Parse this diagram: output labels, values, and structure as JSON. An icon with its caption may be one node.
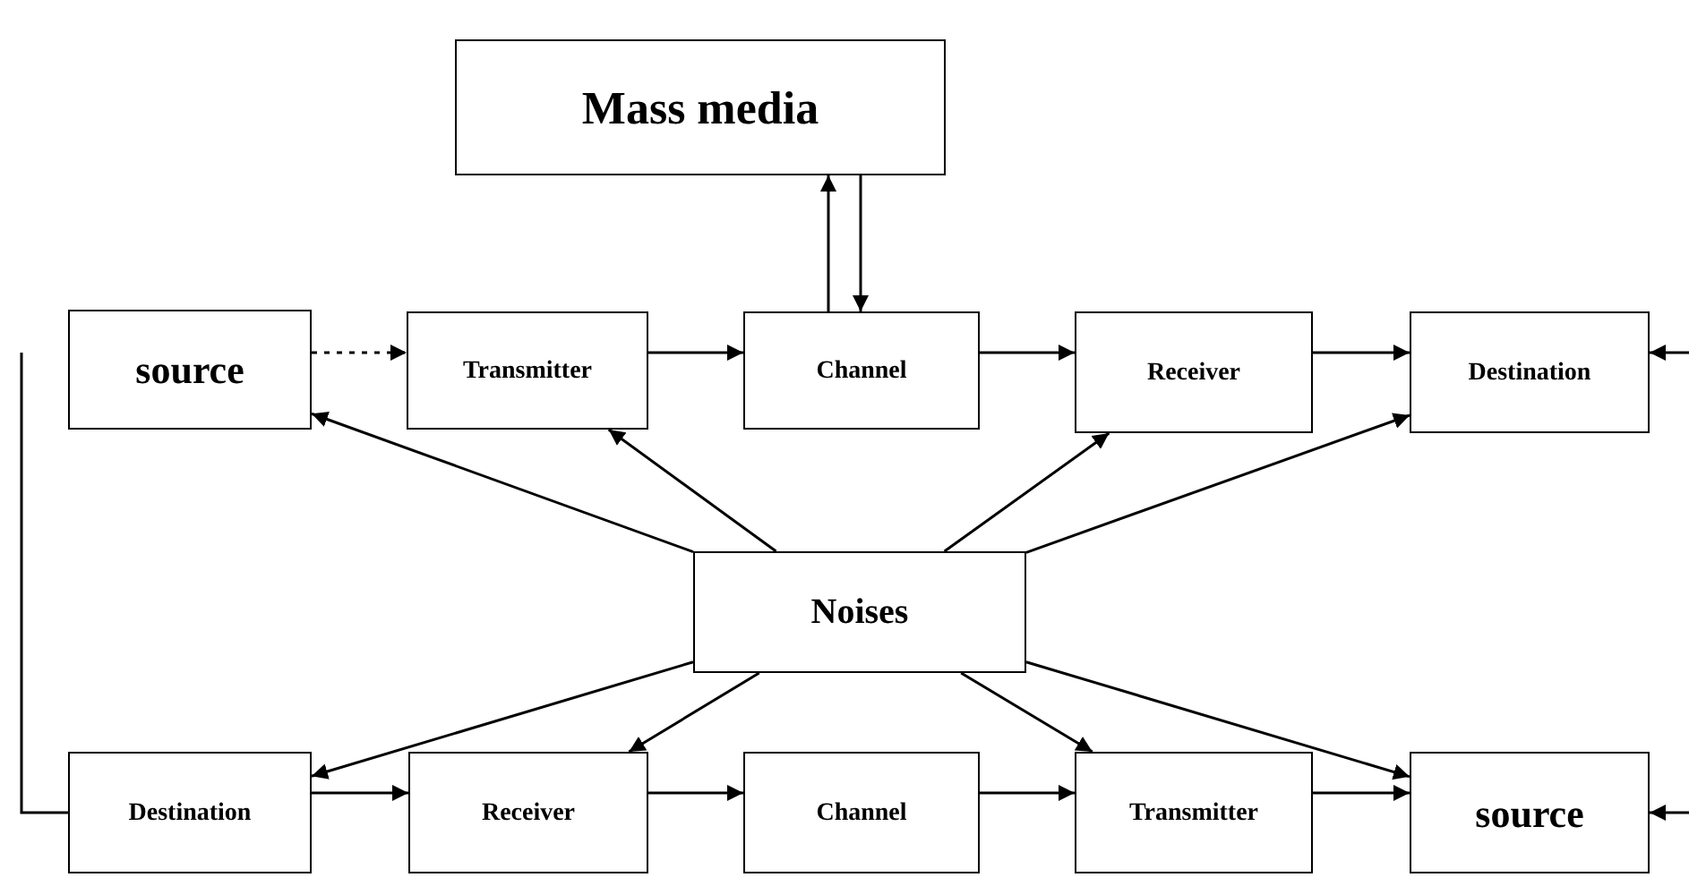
{
  "diagram": {
    "nodes": [
      {
        "text": [
          "Mass media"
        ]
      },
      {
        "text": [
          "source"
        ]
      },
      {
        "text": [
          "Transmitter"
        ]
      },
      {
        "text": [
          "Channel"
        ]
      },
      {
        "text": [
          "Receiver"
        ]
      },
      {
        "text": [
          "Destination"
        ]
      },
      {
        "text": [
          "Noises"
        ]
      },
      {
        "text": [
          "Destination"
        ]
      },
      {
        "text": [
          "Receiver"
        ]
      },
      {
        "text": [
          "Channel"
        ]
      },
      {
        "text": [
          "Transmitter"
        ]
      },
      {
        "text": [
          "source"
        ]
      }
    ],
    "edges": [
      {
        "from": 1,
        "to": 2,
        "arrow": "to",
        "style": "dashed"
      },
      {
        "from": 2,
        "to": 3,
        "arrow": "to"
      },
      {
        "from": 3,
        "to": 4,
        "arrow": "to"
      },
      {
        "from": 4,
        "to": 5,
        "arrow": "to"
      },
      {
        "from": 3,
        "to": 0,
        "arrow": "to"
      },
      {
        "from": 0,
        "to": 3,
        "arrow": "to"
      },
      {
        "from": null,
        "to": 5,
        "arrow": "to"
      },
      {
        "from": 6,
        "to": 1,
        "arrow": "to"
      },
      {
        "from": 6,
        "to": 2,
        "arrow": "to"
      },
      {
        "from": 6,
        "to": 4,
        "arrow": "to"
      },
      {
        "from": 6,
        "to": 5,
        "arrow": "to"
      },
      {
        "from": 6,
        "to": 7,
        "arrow": "to"
      },
      {
        "from": 6,
        "to": 8,
        "arrow": "to"
      },
      {
        "from": 6,
        "to": 10,
        "arrow": "to"
      },
      {
        "from": 6,
        "to": 11,
        "arrow": "to"
      },
      {
        "from": 7,
        "to": 8,
        "arrow": "to"
      },
      {
        "from": 8,
        "to": 9,
        "arrow": "to"
      },
      {
        "from": 9,
        "to": 10,
        "arrow": "to"
      },
      {
        "from": 10,
        "to": 11,
        "arrow": "to"
      },
      {
        "from": null,
        "to": 11,
        "arrow": "to"
      },
      {
        "from": null,
        "to": 7,
        "arrow": "none"
      }
    ]
  }
}
